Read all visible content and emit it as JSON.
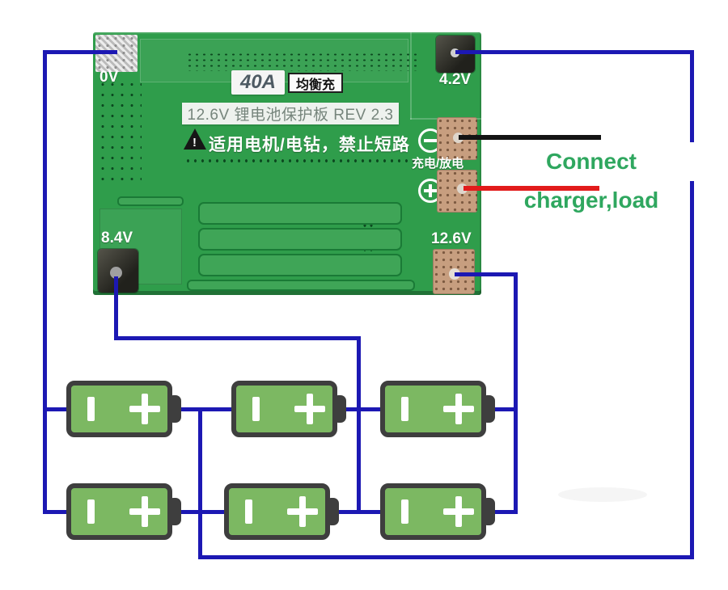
{
  "board": {
    "pad_0v_label": "0V",
    "pad_42_label": "4.2V",
    "pad_84_label": "8.4V",
    "pad_126_label": "12.6V",
    "current_badge": "40A",
    "balance_badge": "均衡充",
    "title_strip": "12.6V 锂电池保护板 REV 2.3",
    "warning_mark": "!",
    "warning_text": "适用电机/电钻，禁止短路",
    "charge_discharge_label": "充电/放电"
  },
  "annotations": {
    "connect_label": "Connect charger,load"
  },
  "icons": {
    "minus_circle": "circled-minus discharge terminal",
    "plus_circle": "circled-plus charge terminal",
    "warning_triangle": "warning triangle",
    "battery_minus_terminal": "vertical bar",
    "battery_plus_terminal": "cross"
  },
  "colors": {
    "pcb_green": "#2f9d4b",
    "wire_blue": "#1c18b3",
    "wire_red": "#e21b1b",
    "wire_black": "#141414",
    "battery_green": "#7cb862",
    "battery_border": "#3e3e3e",
    "connect_text_green": "#2fa75f",
    "pad_tan": "#c79e7f",
    "pad_silver": "#d6d6d6"
  }
}
